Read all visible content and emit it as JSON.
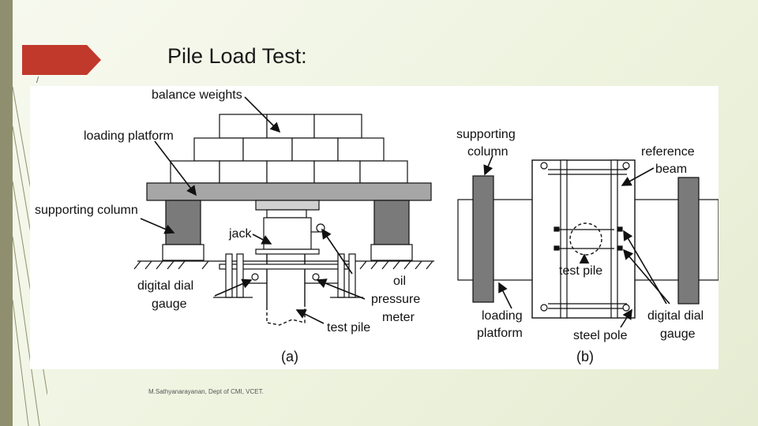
{
  "slide": {
    "title": "Pile Load Test:",
    "stray_mark": "/",
    "footer": "M.Sathyanarayanan, Dept of CMI, VCET.",
    "colors": {
      "accent": "#c0392b",
      "stripe": "#8f8f70",
      "background": "#eef3df"
    }
  },
  "diagram": {
    "panel_a": {
      "caption": "(a)",
      "labels": {
        "balance_weights": "balance weights",
        "loading_platform": "loading platform",
        "supporting_column": "supporting column",
        "jack": "jack",
        "digital_dial_gauge_1": "digital dial",
        "digital_dial_gauge_2": "gauge",
        "oil_1": "oil",
        "oil_2": "pressure",
        "oil_3": "meter",
        "test_pile": "test pile"
      }
    },
    "panel_b": {
      "caption": "(b)",
      "labels": {
        "supporting_column_1": "supporting",
        "supporting_column_2": "column",
        "reference_beam_1": "reference",
        "reference_beam_2": "beam",
        "test_pile": "test pile",
        "loading_platform_1": "loading",
        "loading_platform_2": "platform",
        "steel_pole": "steel pole",
        "digital_dial_gauge_1": "digital dial",
        "digital_dial_gauge_2": "gauge"
      }
    }
  }
}
